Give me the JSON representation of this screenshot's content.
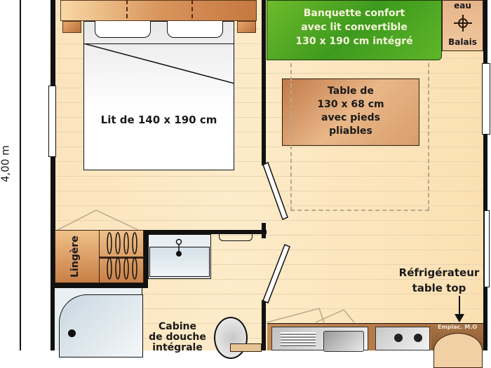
{
  "dimension": {
    "height_label": "4,00 m"
  },
  "rooms": {
    "bedroom": {
      "bed_label": "Lit de 140 x 190 cm"
    },
    "living": {
      "banquette_label_lines": [
        "Banquette confort",
        "avec lit convertible",
        "130 x 190 cm intégré"
      ],
      "table_label_lines": [
        "Table de",
        "130 x 68 cm",
        "avec pieds",
        "pliables"
      ],
      "cupboard_top": "eau",
      "cupboard_bottom": "Balais"
    },
    "storage": {
      "linen_label": "Lingère"
    },
    "bathroom": {
      "shower_label_lines": [
        "Cabine",
        "de douche",
        "intégrale"
      ]
    },
    "kitchen": {
      "fridge_label_lines": [
        "Réfrigérateur",
        "table top"
      ],
      "microwave_label": "Emplac. M.O"
    }
  },
  "colors": {
    "banquette": "#4aa322",
    "wood": "#d9955c",
    "floor": "#fbe4bd",
    "wall": "#111111"
  }
}
